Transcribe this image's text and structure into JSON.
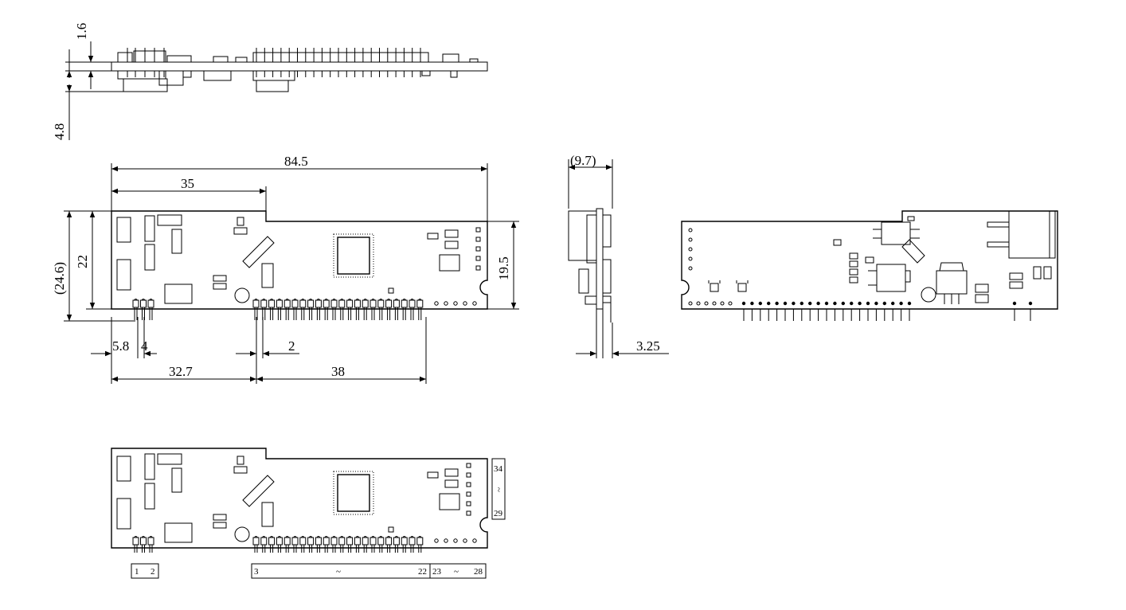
{
  "colors": {
    "line": "#000000",
    "background": "#ffffff"
  },
  "side_view": {
    "dims": {
      "board_thickness": "1.6",
      "pin_protrusion": "4.8"
    }
  },
  "top_view": {
    "dims": {
      "length": "84.5",
      "notch_position": "35",
      "height_overall": "(24.6)",
      "height_board": "22",
      "height_right": "19.5",
      "pin_offset_left": "5.8",
      "pin_pitch_left": "4",
      "pin_pitch": "2",
      "pin_group_offset": "32.7",
      "pin_group_length": "38"
    }
  },
  "end_view": {
    "dims": {
      "depth": "(9.7)",
      "pin_offset": "3.25"
    }
  },
  "pin_map": {
    "left_group": {
      "first": "1",
      "last": "2"
    },
    "main_group": {
      "first": "3",
      "separator": "~",
      "last": "22"
    },
    "right_group": {
      "first": "23",
      "separator": "~",
      "last": "28"
    },
    "side_group": {
      "first": "34",
      "separator": "~",
      "last": "29"
    }
  }
}
